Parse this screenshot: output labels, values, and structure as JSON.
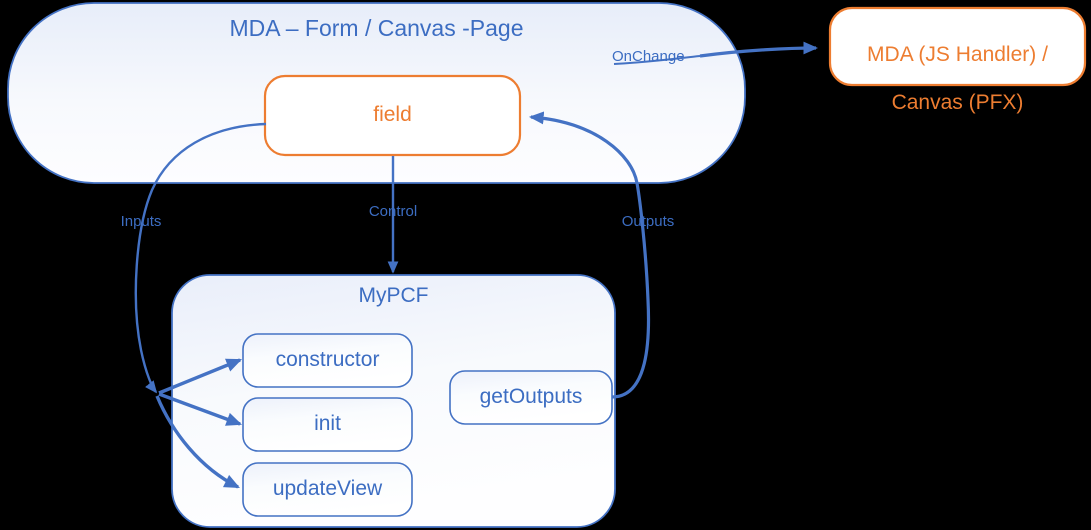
{
  "diagram": {
    "title_bar": "MDA – Form / Canvas -Page",
    "colors": {
      "blue_stroke": "#4472C4",
      "blue_text": "#3C6DC2",
      "orange_stroke": "#ED7D31",
      "orange_text": "#ED7D31",
      "panel_fill_top": "#EDF1FA",
      "panel_fill_bottom": "#FDFDFF",
      "background": "#000000"
    }
  },
  "host_container": {
    "label": "MDA – Form / Canvas -Page"
  },
  "field_node": {
    "label": "field"
  },
  "handler_node": {
    "label": "MDA (JS Handler) /\nCanvas (PFX)",
    "line1": "MDA (JS Handler) /",
    "line2": "Canvas (PFX)"
  },
  "pcf_container": {
    "label": "MyPCF",
    "methods": [
      {
        "label": "constructor"
      },
      {
        "label": "init"
      },
      {
        "label": "updateView"
      }
    ],
    "outputs_method": {
      "label": "getOutputs"
    }
  },
  "edges": [
    {
      "name": "onchange",
      "label": "OnChange"
    },
    {
      "name": "inputs",
      "label": "Inputs"
    },
    {
      "name": "control",
      "label": "Control"
    },
    {
      "name": "outputs",
      "label": "Outputs"
    }
  ],
  "edge_labels": {
    "onchange": "OnChange",
    "inputs": "Inputs",
    "control": "Control",
    "outputs": "Outputs"
  }
}
